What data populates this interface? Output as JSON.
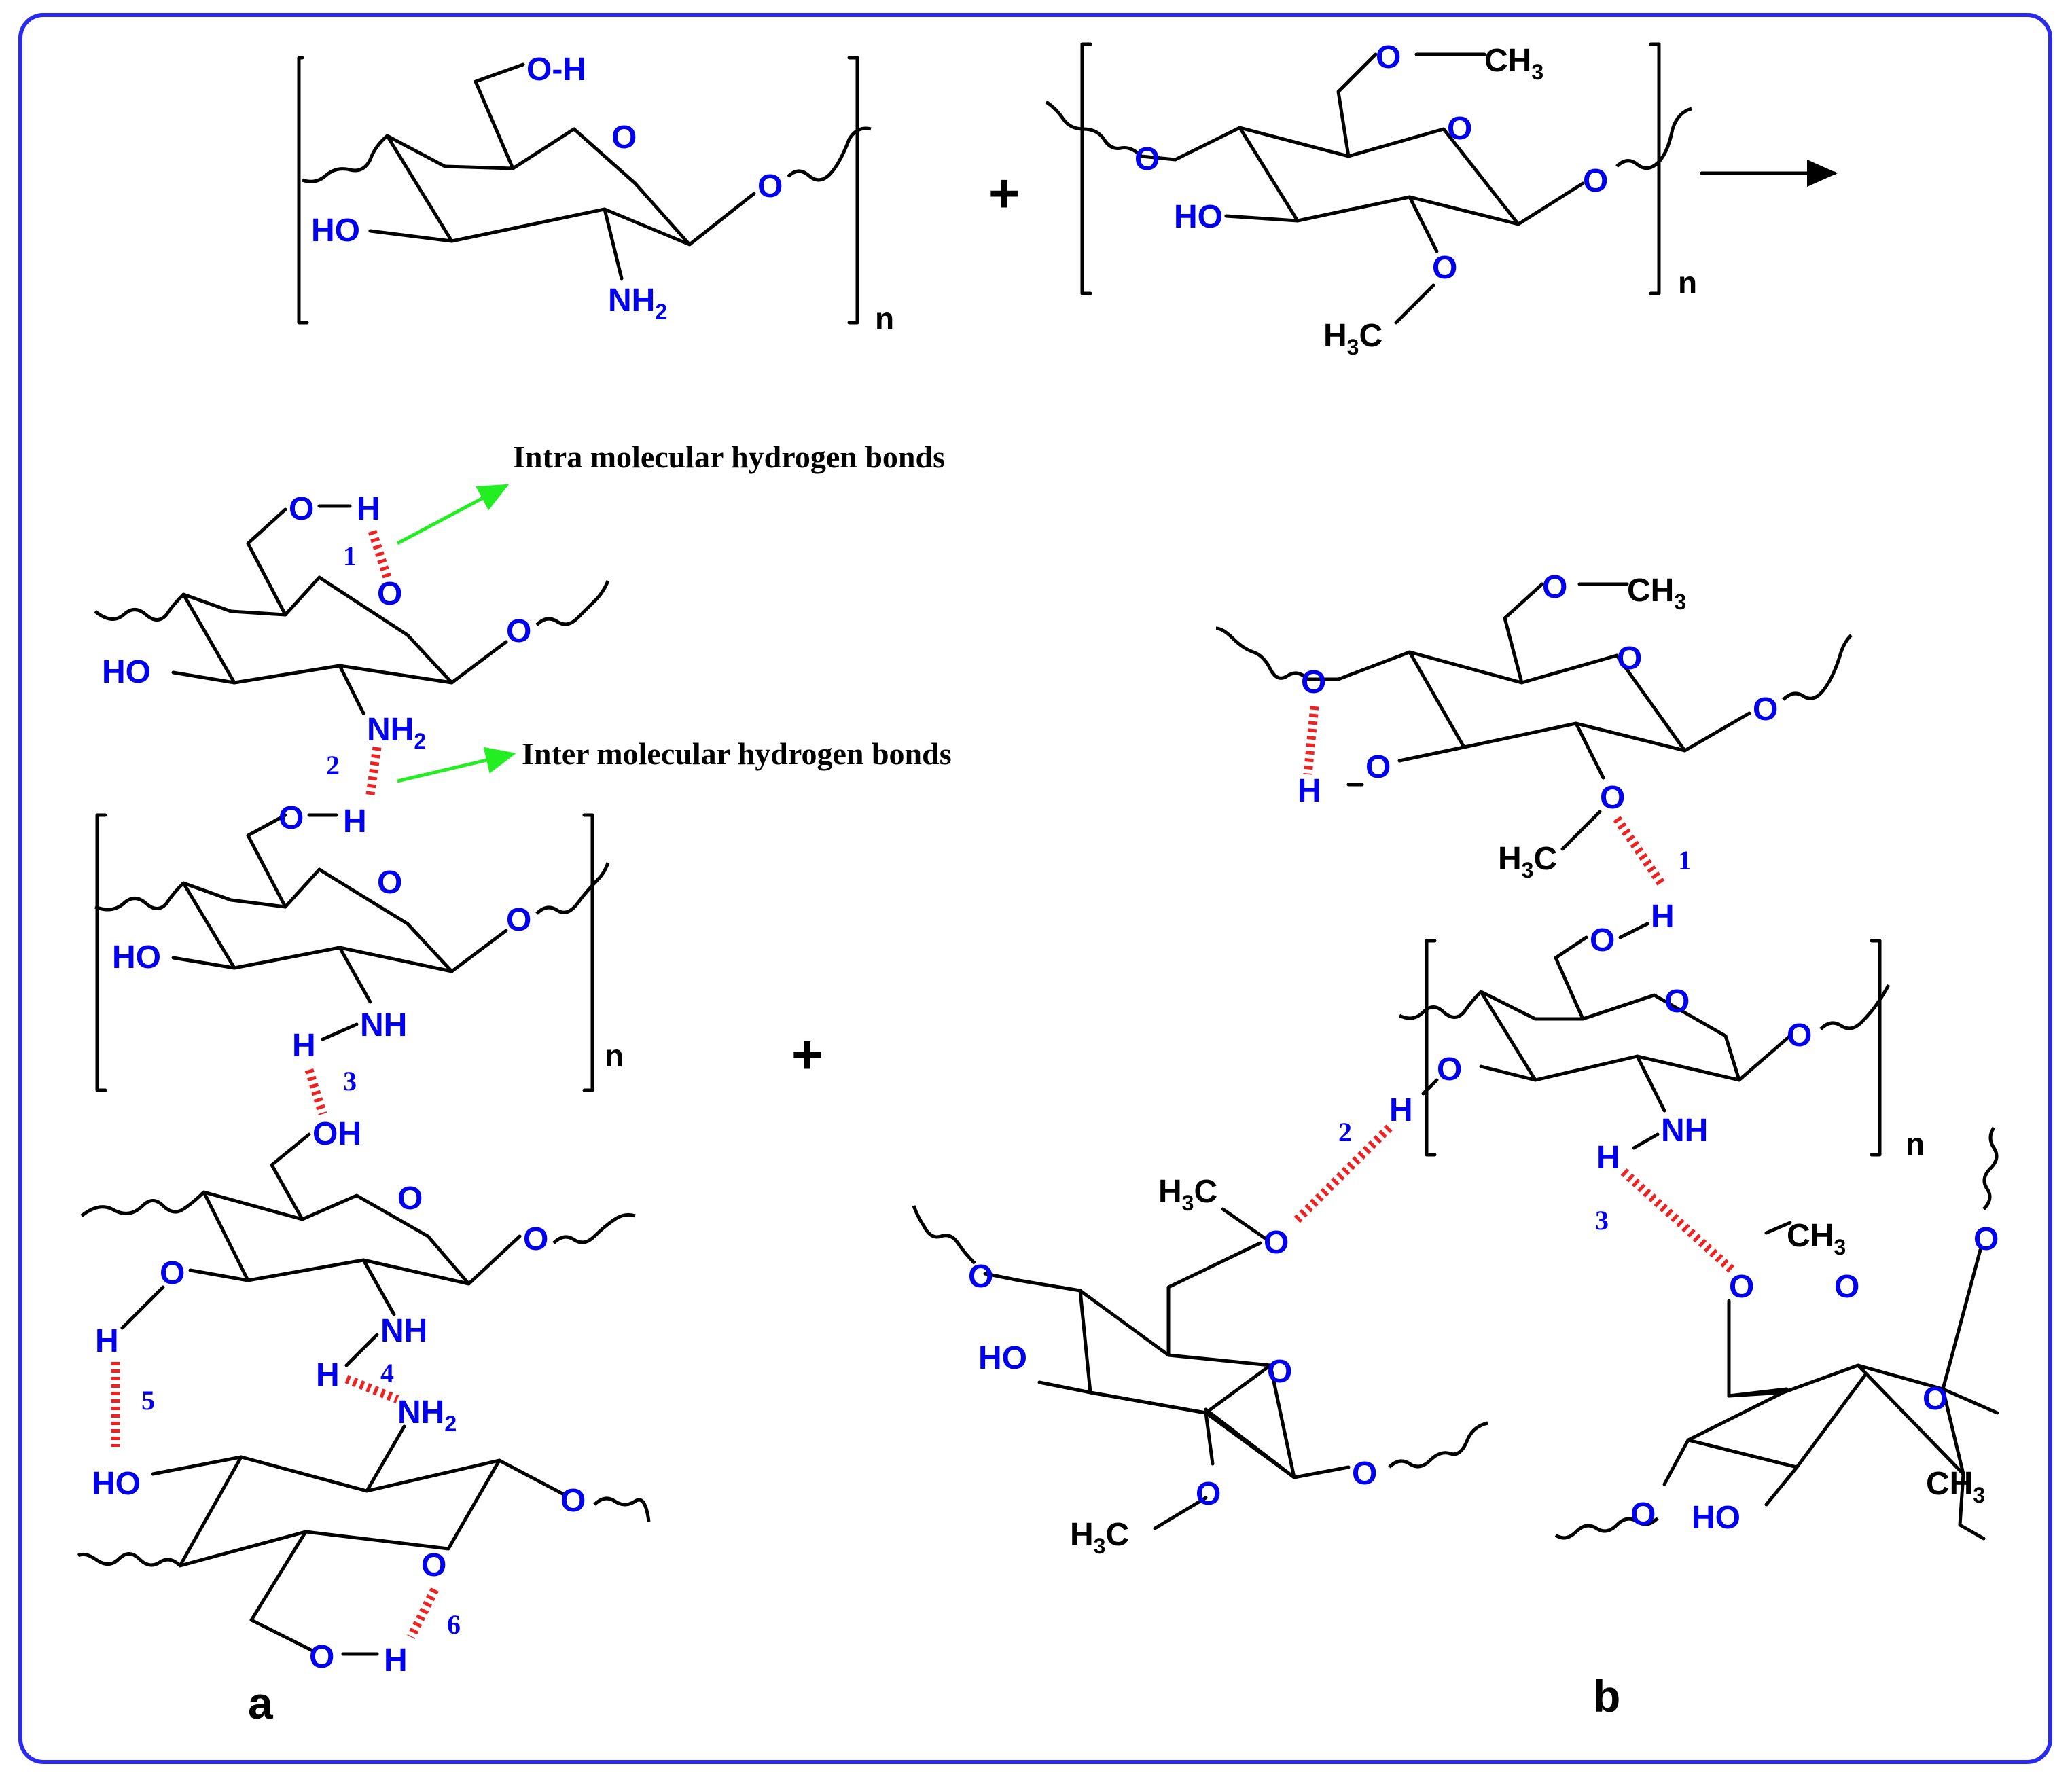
{
  "reaction": {
    "plus": "+",
    "n": "n"
  },
  "atoms": {
    "O": "O",
    "OH": "OH",
    "HO": "HO",
    "H": "H",
    "NH": "NH",
    "NH2_main": "NH",
    "NH2_sub": "2",
    "OH_H": "O-H",
    "CH3_main": "CH",
    "CH3_sub": "3",
    "H3C_H": "H",
    "H3C_sub": "3",
    "H3C_C": "C"
  },
  "annotations": {
    "intra": "Intra molecular hydrogen bonds",
    "inter": "Inter molecular hydrogen bonds"
  },
  "bond_numbers_a": [
    "1",
    "2",
    "3",
    "4",
    "5",
    "6"
  ],
  "bond_numbers_b": [
    "1",
    "2",
    "3"
  ],
  "panel_labels": {
    "a": "a",
    "b": "b"
  },
  "colors": {
    "frame": "#2a2aee",
    "heteroatom": "#0000ee",
    "hydrogen_bond": "#ee2222",
    "annotation_arrow": "#22ee22"
  }
}
